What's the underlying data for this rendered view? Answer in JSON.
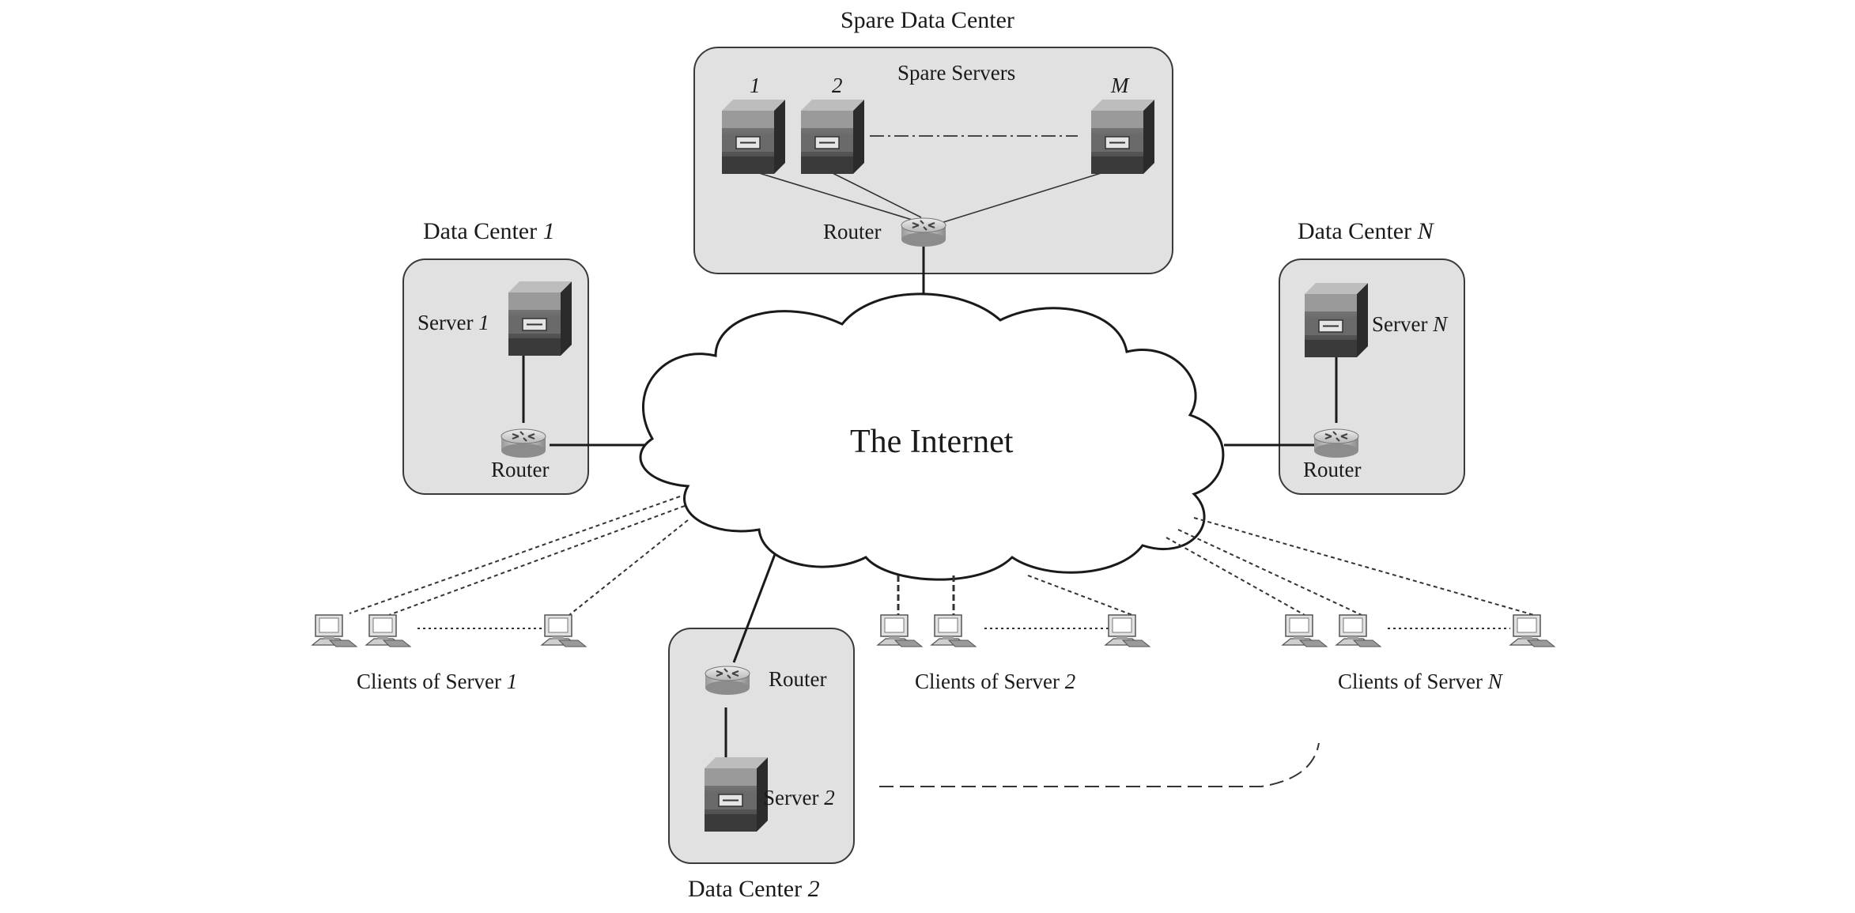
{
  "spare": {
    "title": "Spare Data Center",
    "servers_label": "Spare Servers",
    "server_numbers": [
      "1",
      "2",
      "M"
    ],
    "router_label": "Router"
  },
  "dc1": {
    "title_text": "Data Center ",
    "title_num": "1",
    "server_text": "Server ",
    "server_num": "1",
    "router_label": "Router"
  },
  "dcN": {
    "title_text": "Data Center ",
    "title_num": "N",
    "server_text": "Server ",
    "server_num": "N",
    "router_label": "Router"
  },
  "dc2": {
    "title_text": "Data Center ",
    "title_num": "2",
    "server_text": "Server ",
    "server_num": "2",
    "router_label": "Router"
  },
  "internet": {
    "label": "The Internet"
  },
  "clients": [
    {
      "text": "Clients of Server ",
      "num": "1"
    },
    {
      "text": "Clients of Server ",
      "num": "2"
    },
    {
      "text": "Clients of Server ",
      "num": "N"
    }
  ]
}
